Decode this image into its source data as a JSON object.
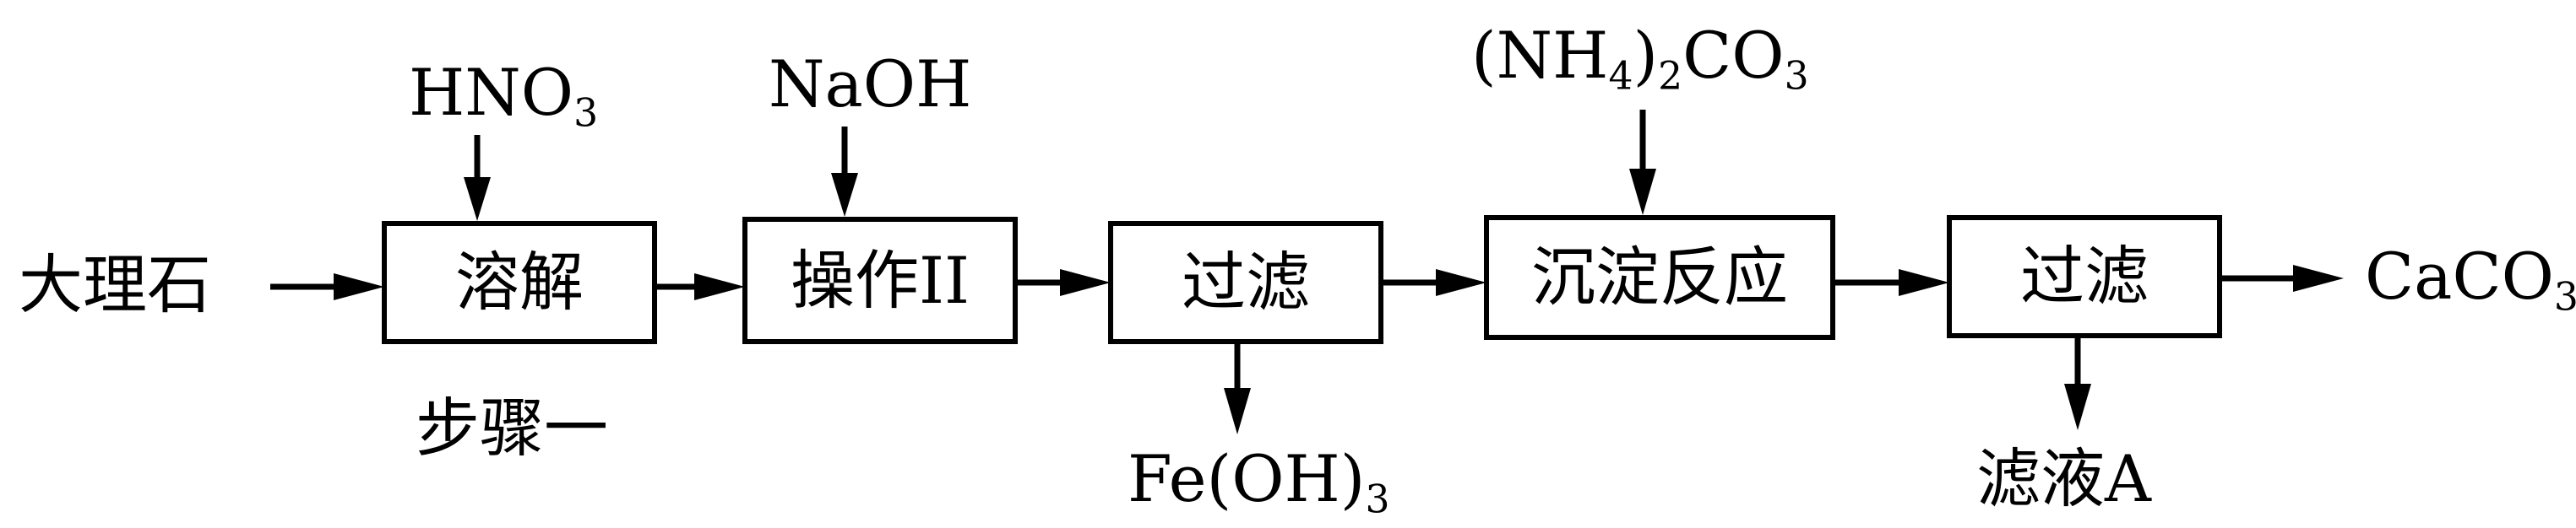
{
  "raw_material": "大理石",
  "step1_label": "步骤一",
  "product": "CaCO",
  "product_sub": "3",
  "boxes": [
    {
      "id": "dissolve",
      "label": "溶解"
    },
    {
      "id": "operation2",
      "label": "操作II"
    },
    {
      "id": "filter1",
      "label": "过滤"
    },
    {
      "id": "precipitation",
      "label": "沉淀反应"
    },
    {
      "id": "filter2",
      "label": "过滤"
    }
  ],
  "reagents": {
    "hno3_main": "HNO",
    "hno3_sub": "3",
    "naoh": "NaOH",
    "nh4_a": "(NH",
    "nh4_sub1": "4",
    "nh4_b": ")",
    "nh4_sub2": "2",
    "nh4_c": "CO",
    "nh4_sub3": "3"
  },
  "byproducts": {
    "feoh_main": "Fe(OH)",
    "feoh_sub": "3",
    "filtrate": "滤液A"
  }
}
